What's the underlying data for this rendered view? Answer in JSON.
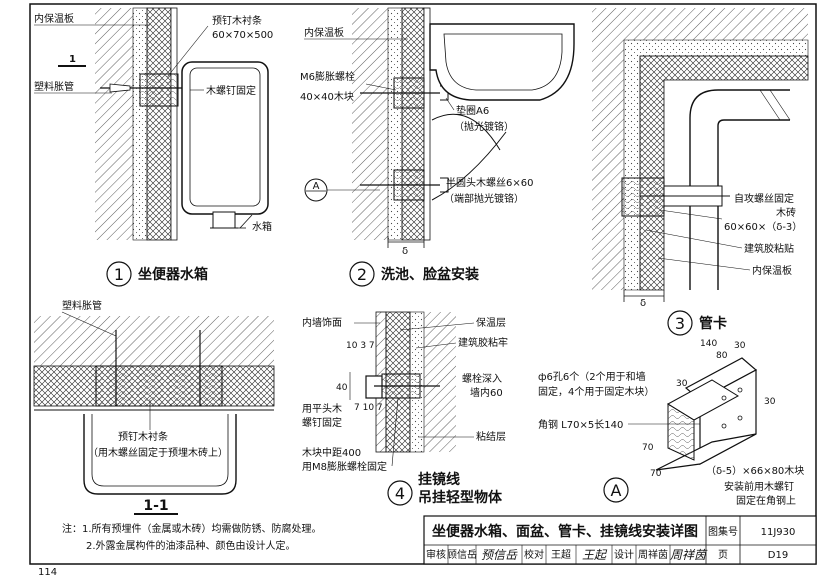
{
  "figure1": {
    "num": "1",
    "title": "坐便器水箱",
    "labels": {
      "insulation": "内保温板",
      "wood_strip": "预钉木衬条",
      "wood_strip_size": "60×70×500",
      "section_mark": "1",
      "plastic_plug": "塑料胀管",
      "wood_screw": "木螺钉固定",
      "tank": "水箱"
    }
  },
  "figure2": {
    "num": "2",
    "title": "洗池、脸盆安装",
    "labels": {
      "insulation": "内保温板",
      "bolt": "M6膨胀螺栓",
      "block": "40×40木块",
      "washer": "垫圈A6",
      "washer_note": "（抛光镀铬）",
      "screw": "半圆头木螺丝6×60",
      "screw_note": "（端部抛光镀铬）",
      "ref": "A",
      "delta": "δ"
    }
  },
  "figure3": {
    "num": "3",
    "title": "管卡",
    "labels": {
      "self_tap": "自攻螺丝固定",
      "wood_brick": "木砖",
      "wood_brick_size": "60×60×（δ-3）",
      "adhesive": "建筑胶粘贴",
      "insulation": "内保温板",
      "delta": "δ"
    }
  },
  "section11": {
    "title": "1-1",
    "labels": {
      "plastic_plug": "塑料胀管",
      "wood_strip": "预钉木衬条",
      "wood_strip_note": "（用木螺丝固定于预埋木砖上）"
    }
  },
  "figure4": {
    "num": "4",
    "title_line1": "挂镜线",
    "title_line2": "吊挂轻型物体",
    "labels": {
      "finish": "内墙饰面",
      "dim_top": "10 3 7",
      "dim_40": "40",
      "dim_mid": "7 10 7",
      "roundhead": "用平头木",
      "screw_fix": "螺钉固定",
      "block_spacing": "木块中距400",
      "bolt_fix": "用M8膨胀螺栓固定",
      "insul_layer": "保温层",
      "adhesive": "建筑胶粘牢",
      "bolt_depth": "螺栓深入",
      "bolt_depth2": "墙内60",
      "bond_layer": "粘结层"
    }
  },
  "figureA": {
    "ref": "A",
    "labels": {
      "holes": "ф6孔6个（2个用于和墙",
      "holes2": "固定，4个用于固定木块）",
      "angle": "角钢 L70×5长140",
      "block": "（δ-5）×66×80木块",
      "block_note": "安装前用木螺钉",
      "block_note2": "固定在角钢上",
      "d140": "140",
      "d80": "80",
      "d30a": "30",
      "d30b": "30",
      "d30c": "30",
      "d70a": "70",
      "d70b": "70"
    }
  },
  "notes": {
    "line1": "注：1.所有预埋件（金属或木砖）均需做防锈、防腐处理。",
    "line2": "2.外露金属构件的油漆品种、颜色由设计人定。"
  },
  "title_block": {
    "title": "坐便器水箱、面盆、管卡、挂镜线安装详图",
    "atlas_label": "图集号",
    "atlas_no": "11J930",
    "review": "审核",
    "reviewer": "顾信岳",
    "reviewer_sig": "预信岳",
    "check": "校对",
    "checker": "王超",
    "checker_sig": "王起",
    "design": "设计",
    "designer": "周祥茵",
    "designer_sig": "周祥茵",
    "page_label": "页",
    "page_no": "D19"
  },
  "page_number": "114"
}
